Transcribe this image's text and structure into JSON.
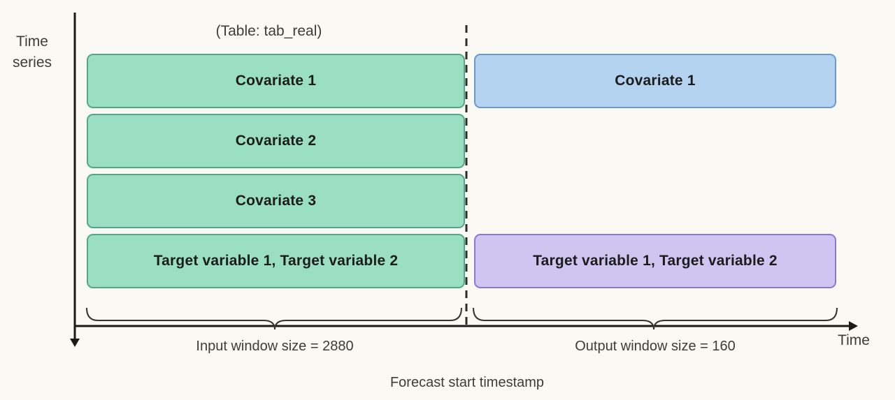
{
  "diagram": {
    "table_title": "(Table: tab_real)",
    "y_axis_label": "Time series",
    "x_axis_label": "Time",
    "forecast_start_label": "Forecast start timestamp"
  },
  "input_window": {
    "brace_label": "Input window size = 2880",
    "boxes": [
      "Covariate 1",
      "Covariate 2",
      "Covariate 3",
      "Target variable 1, Target variable 2"
    ]
  },
  "output_window": {
    "brace_label": "Output window size = 160",
    "boxes": {
      "covariate": "Covariate 1",
      "target": "Target variable 1, Target variable 2"
    }
  },
  "colors": {
    "background": "#faf9f4",
    "input_box_fill": "#9bdfc3",
    "input_box_border": "#53a689",
    "output_covariate_fill": "#b4d3f1",
    "output_covariate_border": "#6d95ce",
    "output_target_fill": "#cec6f1",
    "output_target_border": "#8579d5",
    "axis": "#1a1a18",
    "divider": "#2c2c2a",
    "brace": "#333330",
    "label_text": "#3c3c38"
  }
}
